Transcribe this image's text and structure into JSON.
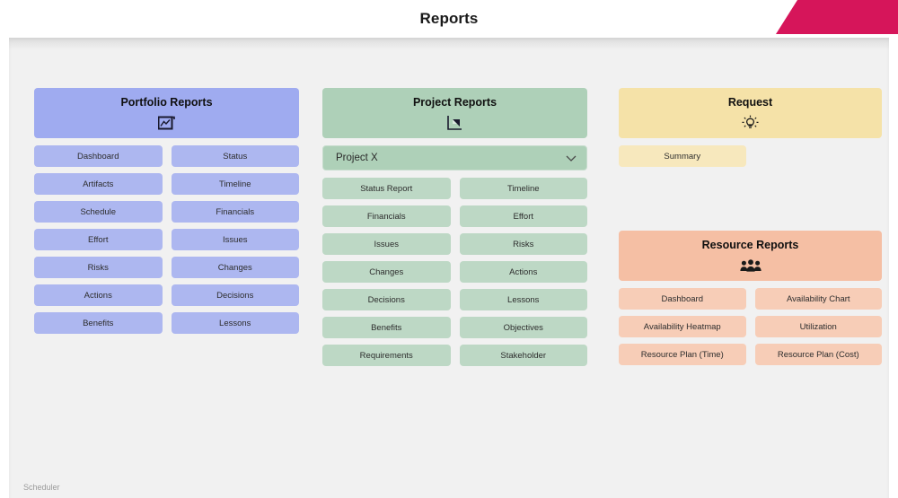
{
  "window": {
    "title": "Reports",
    "accent_color": "#d6155a",
    "background_color": "#f1f1f1"
  },
  "footer": {
    "label": "Scheduler"
  },
  "panels": {
    "portfolio": {
      "title": "Portfolio Reports",
      "icon": "chart-image-icon",
      "header_color": "#9fabf0",
      "button_color": "#adb7f0",
      "buttons": [
        "Dashboard",
        "Status",
        "Artifacts",
        "Timeline",
        "Schedule",
        "Financials",
        "Effort",
        "Issues",
        "Risks",
        "Changes",
        "Actions",
        "Decisions",
        "Benefits",
        "Lessons"
      ]
    },
    "project": {
      "title": "Project Reports",
      "icon": "document-folded-corner-icon",
      "header_color": "#aed0b8",
      "button_color": "#bdd8c5",
      "selector": {
        "value": "Project X",
        "icon": "chevron-down-icon"
      },
      "buttons": [
        "Status Report",
        "Timeline",
        "Financials",
        "Effort",
        "Issues",
        "Risks",
        "Changes",
        "Actions",
        "Decisions",
        "Lessons",
        "Benefits",
        "Objectives",
        "Requirements",
        "Stakeholder"
      ]
    },
    "request": {
      "title": "Request",
      "icon": "lightbulb-icon",
      "header_color": "#f5e2a8",
      "button_color": "#f7e8bd",
      "buttons": [
        "Summary"
      ]
    },
    "resource": {
      "title": "Resource Reports",
      "icon": "people-group-icon",
      "header_color": "#f5bfa4",
      "button_color": "#f7cdb7",
      "buttons": [
        "Dashboard",
        "Availability Chart",
        "Availability Heatmap",
        "Utilization",
        "Resource Plan (Time)",
        "Resource Plan (Cost)"
      ]
    }
  }
}
